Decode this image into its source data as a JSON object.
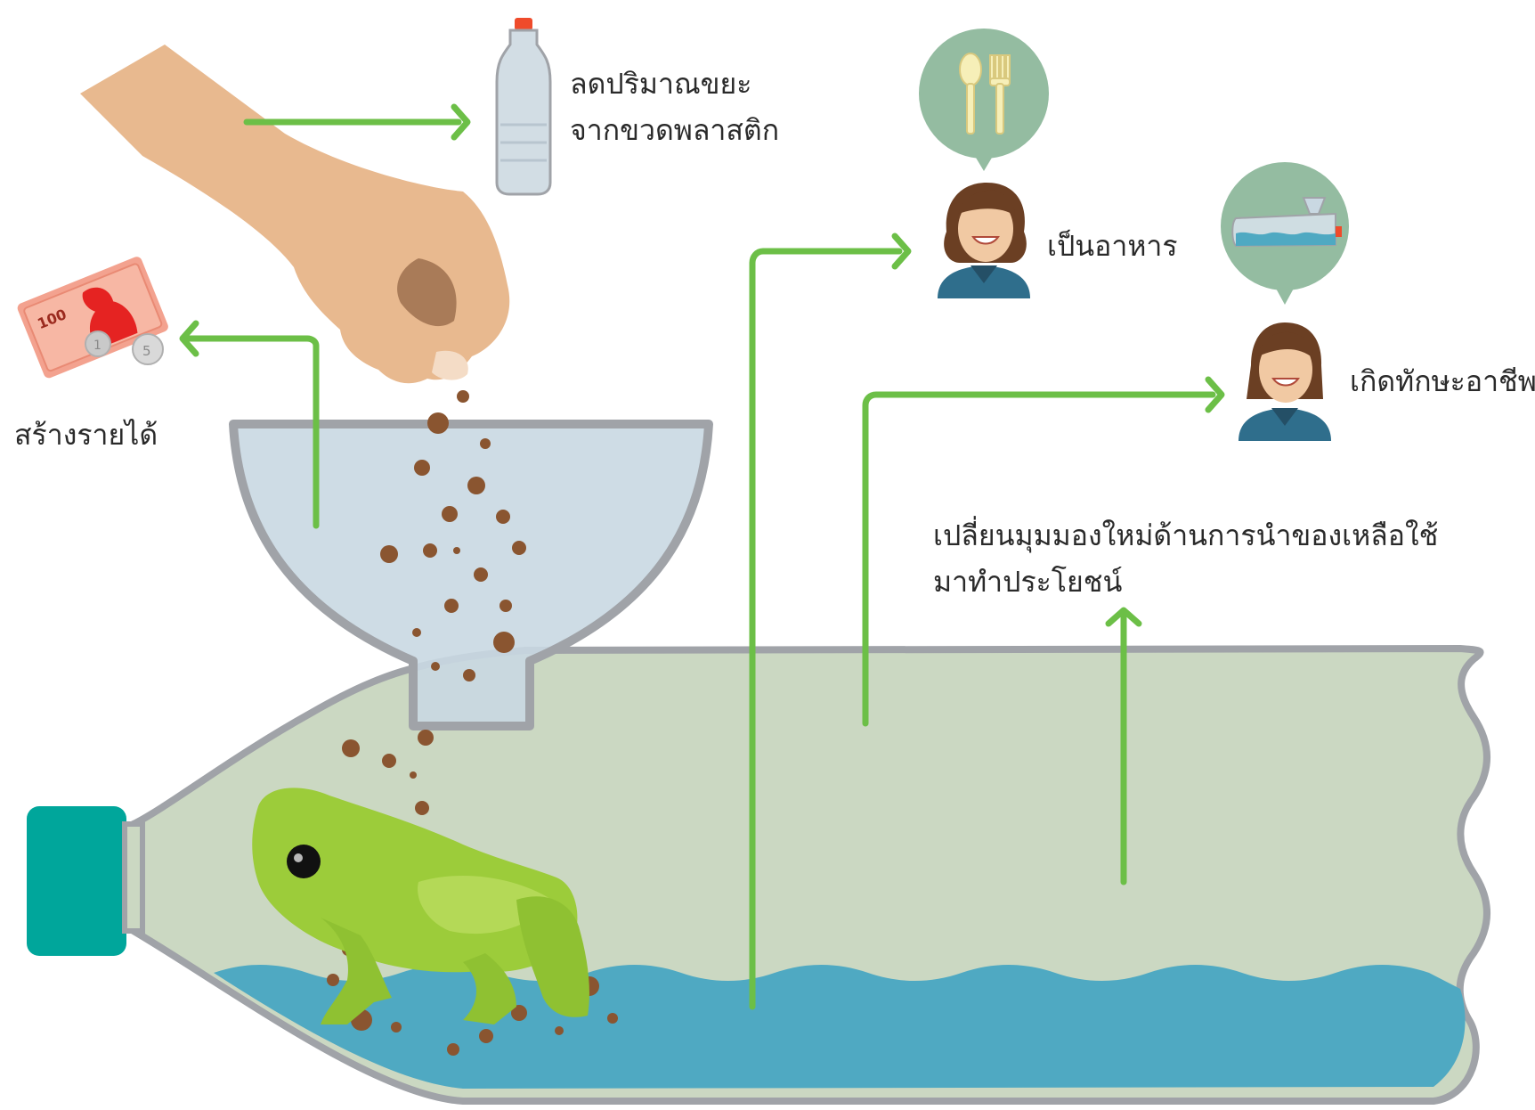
{
  "labels": {
    "reduce_waste": [
      "ลดปริมาณขยะ",
      "จากขวดพลาสติก"
    ],
    "income": "สร้างรายได้",
    "food": "เป็นอาหาร",
    "skill": "เกิดทักษะอาชีพ",
    "new_view": [
      "เปลี่ยนมุมมองใหม่ด้านการนำของเหลือใช้",
      "มาทำประโยชน์"
    ]
  },
  "money": {
    "banknote_value": "100",
    "coin_values": [
      "1",
      "5"
    ]
  },
  "icons": [
    "hand-icon",
    "plastic-bottle-icon",
    "banknote-icon",
    "coin-icon",
    "spoon-fork-icon",
    "person-icon",
    "bottle-farm-icon",
    "frog-icon",
    "funnel-icon"
  ],
  "colors": {
    "arrow": "#6cbf47",
    "bottle_body": "#cbd8c2",
    "bottle_outline": "#a0a3a8",
    "water": "#4fa9c2",
    "cap": "#00a69b",
    "funnel": "#c9d8e2",
    "frog": "#9ccc3a",
    "food_pellet": "#8a5530",
    "skin": "#e8b98f",
    "bubble": "#94bca1"
  }
}
